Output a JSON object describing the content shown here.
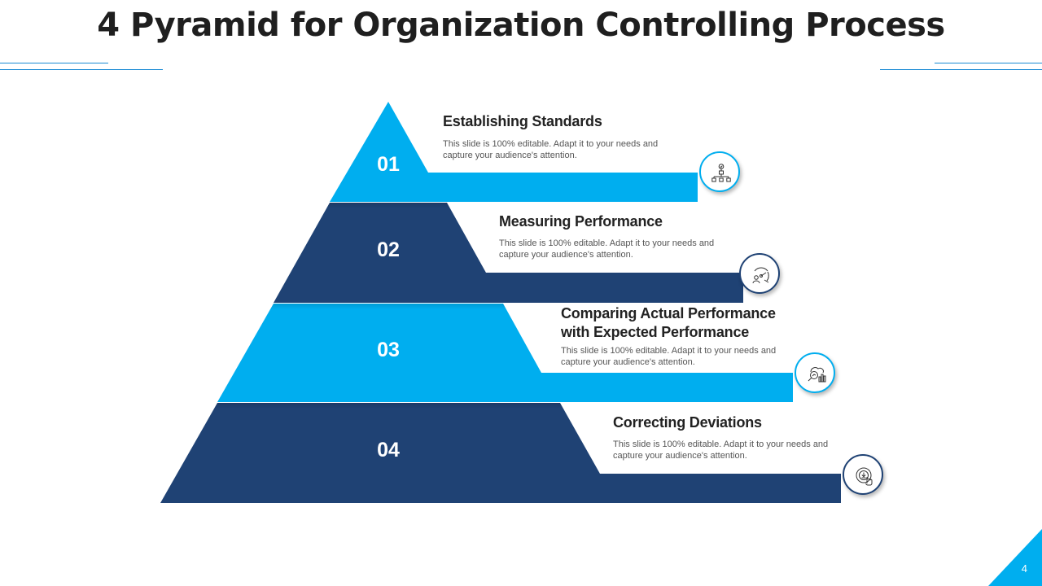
{
  "title": "4 Pyramid for Organization Controlling Process",
  "colors": {
    "light_blue": "#00AEEF",
    "dark_blue": "#1F4274",
    "rule": "#1a8ad4"
  },
  "steps": [
    {
      "number": "01",
      "title": "Establishing Standards",
      "description": "This slide is 100% editable. Adapt it to your needs and capture your audience's attention.",
      "icon": "org-chart-icon"
    },
    {
      "number": "02",
      "title": "Measuring Performance",
      "description": "This slide is 100% editable. Adapt it to your needs and capture your audience's attention.",
      "icon": "performance-gauge-icon"
    },
    {
      "number": "03",
      "title_line1": "Comparing Actual Performance",
      "title_line2": "with Expected Performance",
      "description": "This slide is 100% editable. Adapt it to your needs and capture your audience's attention.",
      "icon": "analytics-search-icon"
    },
    {
      "number": "04",
      "title": "Correcting Deviations",
      "description": "This slide is 100% editable. Adapt it to your needs and capture your audience's attention.",
      "icon": "touch-download-icon"
    }
  ],
  "page_number": "4"
}
